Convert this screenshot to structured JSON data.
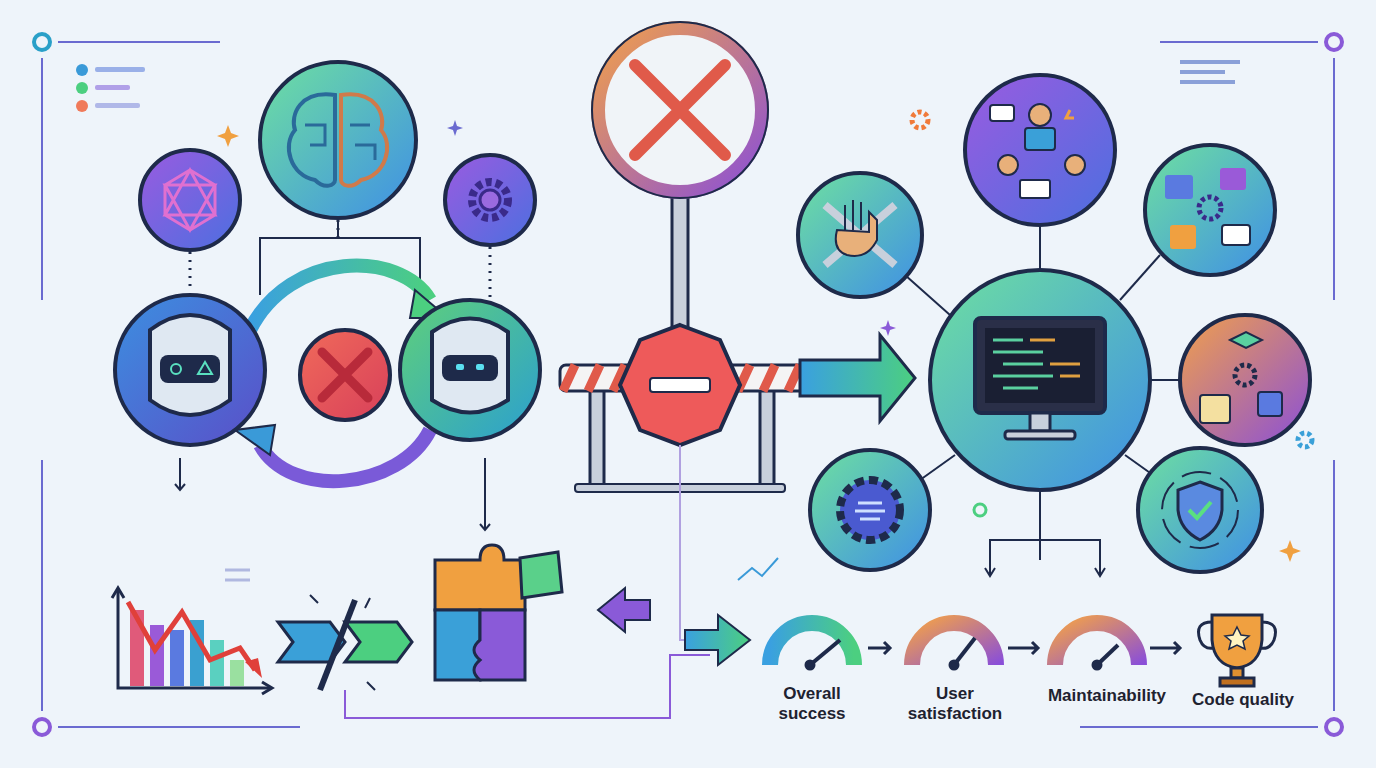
{
  "diagram": {
    "labels": [
      "Overall success",
      "User satisfaction",
      "Maintainability",
      "Code quality"
    ]
  }
}
